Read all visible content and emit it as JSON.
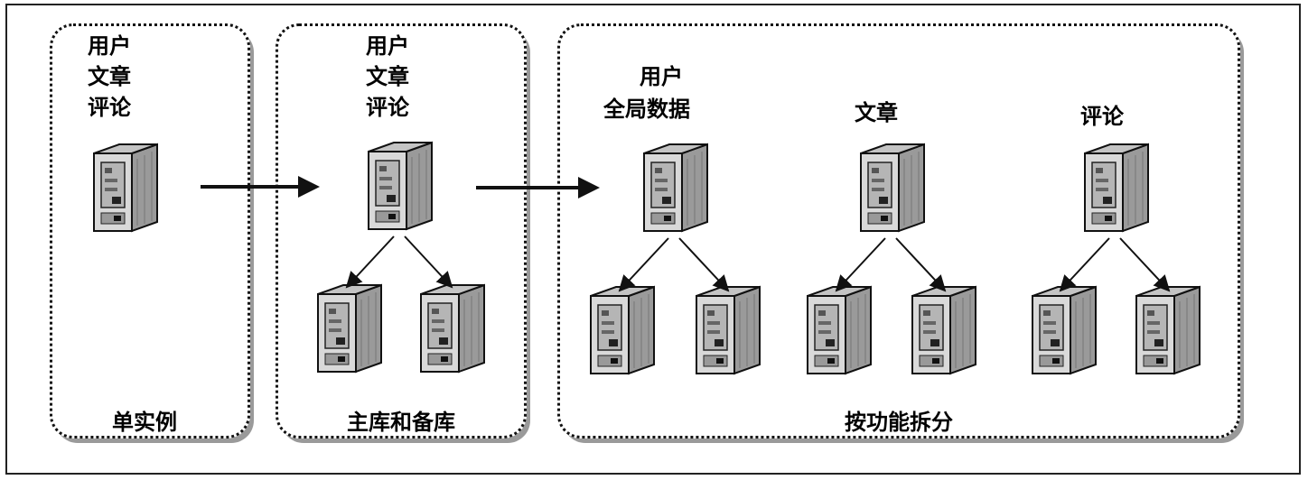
{
  "stages": [
    {
      "id": "single",
      "caption": "单实例",
      "labels": [
        "用户",
        "文章",
        "评论"
      ]
    },
    {
      "id": "master-slave",
      "caption": "主库和备库",
      "labels": [
        "用户",
        "文章",
        "评论"
      ]
    },
    {
      "id": "functional-split",
      "caption": "按功能拆分",
      "groups": [
        {
          "labels": [
            "用户",
            "全局数据"
          ]
        },
        {
          "labels": [
            "文章"
          ]
        },
        {
          "labels": [
            "评论"
          ]
        }
      ]
    }
  ],
  "icons": {
    "server": "server-icon",
    "arrow": "arrow-icon"
  },
  "colors": {
    "server_face": "#d9d9d9",
    "server_side": "#9a9a9a",
    "border": "#111111"
  }
}
